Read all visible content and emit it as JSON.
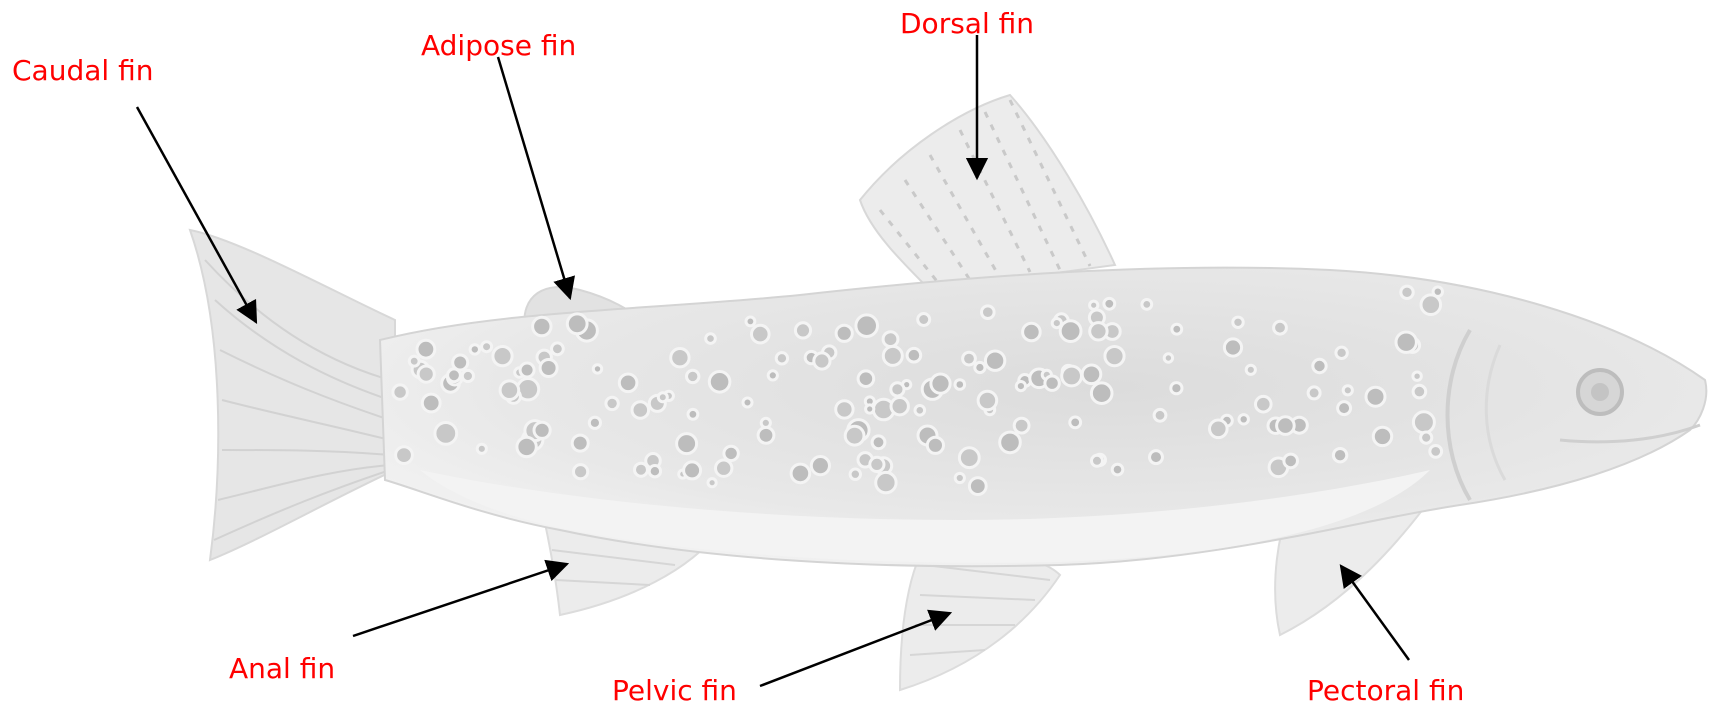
{
  "colors": {
    "label": "#ff0000",
    "arrow": "#000000",
    "body": "#d9d9d9",
    "fin": "#e6e6e6",
    "spot": "#b3b3b3"
  },
  "labels": {
    "caudal": "Caudal fin",
    "adipose": "Adipose fin",
    "dorsal": "Dorsal fin",
    "anal": "Anal fin",
    "pelvic": "Pelvic fin",
    "pectoral": "Pectoral fin"
  }
}
